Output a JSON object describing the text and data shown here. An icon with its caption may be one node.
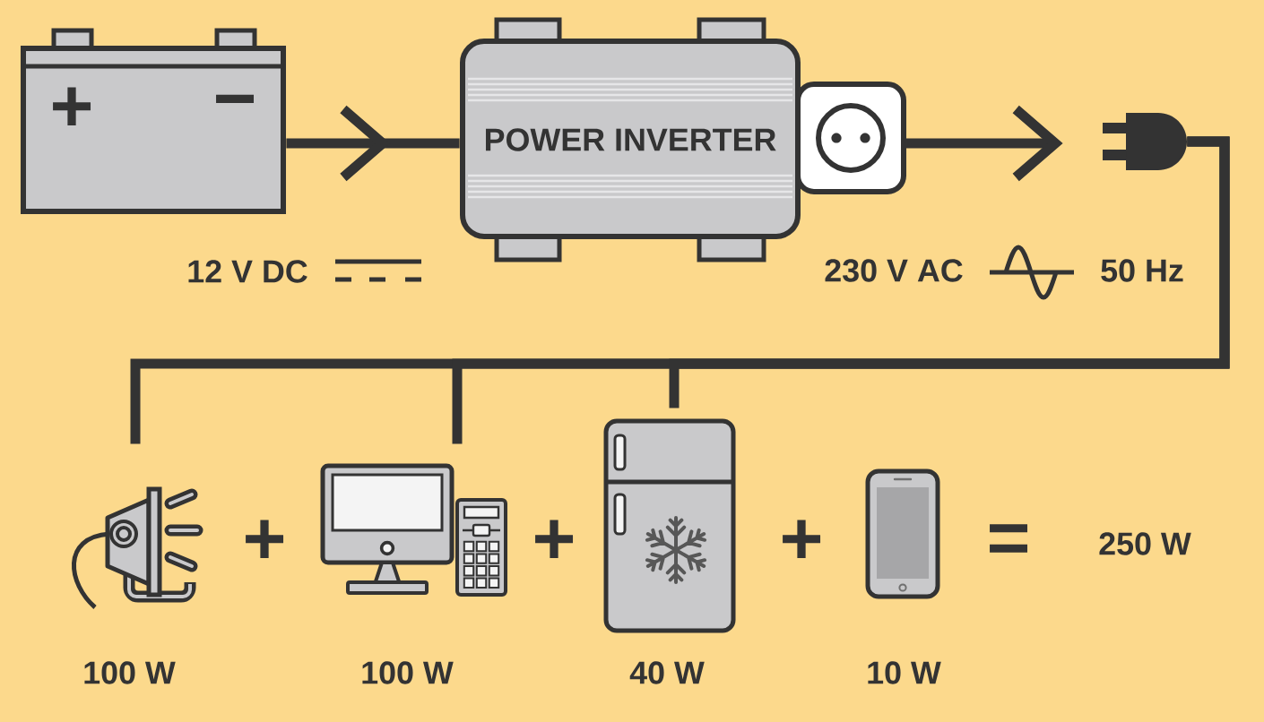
{
  "diagram": {
    "nodes": [
      {
        "text": [
          "+",
          "−"
        ]
      },
      {
        "text": [
          "POWER INVERTER"
        ]
      },
      {
        "text": [],
        "shape": "picture"
      },
      {
        "text": [],
        "shape": "picture"
      },
      {
        "text": [],
        "shape": "picture",
        "beside": [
          "100 W"
        ]
      },
      {
        "text": [],
        "shape": "picture",
        "beside": [
          "100 W"
        ]
      },
      {
        "text": [],
        "shape": "picture",
        "beside": [
          "40 W"
        ]
      },
      {
        "text": [],
        "shape": "picture",
        "beside": [
          "10 W"
        ]
      }
    ],
    "edges": [
      {
        "from": 0,
        "to": 1,
        "arrow": "to"
      },
      {
        "from": 2,
        "to": 3,
        "arrow": "to"
      },
      {
        "from": 3,
        "to": 4,
        "arrow": "none"
      },
      {
        "from": 3,
        "to": 5,
        "arrow": "none"
      },
      {
        "from": 3,
        "to": 6,
        "arrow": "none"
      }
    ],
    "labels": [
      "12 V DC",
      "230 V AC",
      "50 Hz",
      "+",
      "+",
      "+",
      "=",
      "250 W"
    ]
  }
}
